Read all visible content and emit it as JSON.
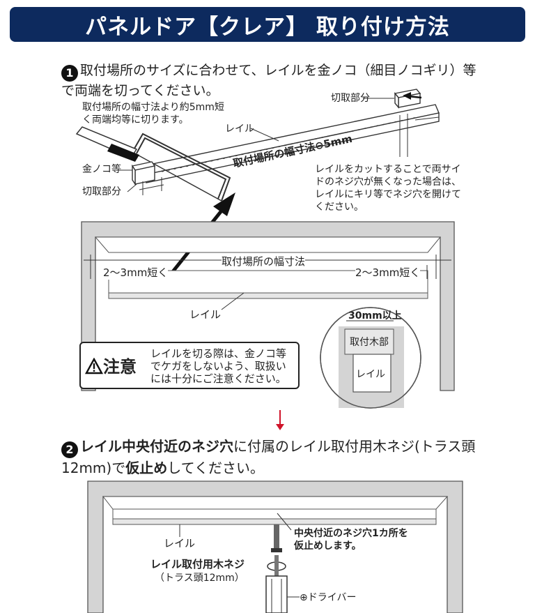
{
  "title": "パネルドア【クレア】 取り付け方法",
  "step1": {
    "number": "1",
    "text": "取付場所のサイズに合わせて、レイルを金ノコ（細目ノコギリ）等で両端を切ってください。",
    "cut_note": "取付場所の幅寸法より約5mm短く両端均等に切ります。",
    "cut_part_label": "切取部分",
    "rail_label": "レイル",
    "saw_label": "金ノコ等",
    "cut_part_label_left": "切取部分",
    "width_formula": "取付場所の幅寸法⊖5mm",
    "screw_hole_note": "レイルをカットすることで両サイドのネジ穴が無くなった場合は、レイルにキリ等でネジ穴を開けてください。",
    "opening_width_label": "取付場所の幅寸法",
    "short_left": "2〜3mm短く",
    "short_right": "2〜3mm短く",
    "rail_label_bottom": "レイル",
    "detail_width": "30mm以上",
    "detail_wood": "取付木部",
    "detail_rail": "レイル"
  },
  "caution": {
    "heading": "注意",
    "text": "レイルを切る際は、金ノコ等でケガをしないよう、取扱いには十分にご注意ください。"
  },
  "arrow": "↓",
  "step2": {
    "number": "2",
    "bold1": "レイル中央付近のネジ穴",
    "text1": "に付属のレイル取付用木ネジ(トラス頭12mm)で",
    "bold2": "仮止め",
    "text2": "してください。",
    "rail_label": "レイル",
    "center_note_line1": "中央付近のネジ穴1カ所を",
    "center_note_line2": "仮止めします。",
    "screw_label": "レイル取付用木ネジ",
    "screw_sub": "（トラス頭12mm）",
    "driver_label": "⊕ドライバー"
  },
  "colors": {
    "banner": "#0d2a5e",
    "arrow": "#d0142a",
    "wall": "#cfcfcf"
  }
}
